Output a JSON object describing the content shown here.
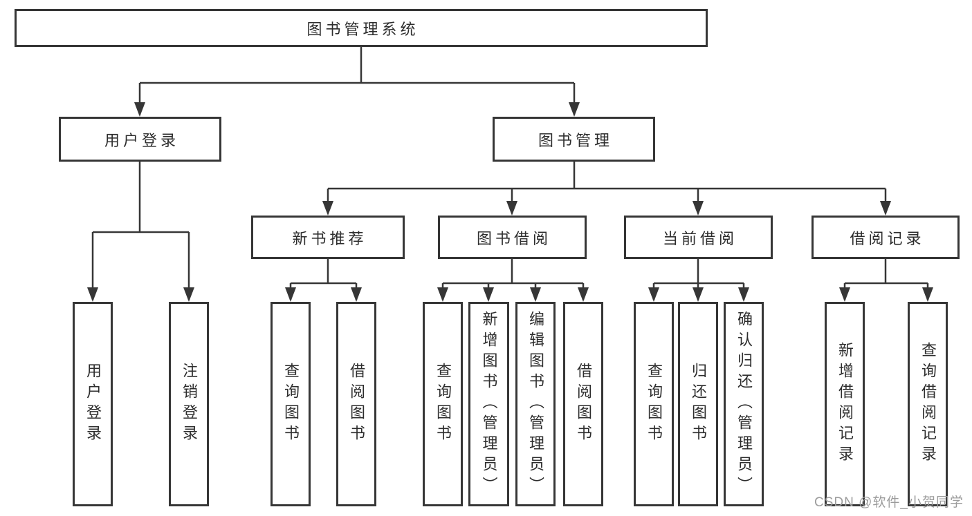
{
  "nodes": {
    "root": "图书管理系统",
    "user_login": "用户登录",
    "book_mgmt": "图书管理",
    "new_book_rec": "新书推荐",
    "book_borrow": "图书借阅",
    "current_borrow": "当前借阅",
    "borrow_records": "借阅记录",
    "leaf_user_login": "用户登录",
    "leaf_logout": "注销登录",
    "nbr_query_books": "查询图书",
    "nbr_borrow_books": "借阅图书",
    "bb_query_books": "查询图书",
    "bb_add_books": "新增图书（管理员）",
    "bb_edit_books": "编辑图书（管理员）",
    "bb_borrow_books": "借阅图书",
    "cb_query_books": "查询图书",
    "cb_return_books": "归还图书",
    "cb_confirm_return": "确认归还（管理员）",
    "br_add_record": "新增借阅记录",
    "br_query_record": "查询借阅记录"
  },
  "watermark": {
    "text": "CSDN @软件_小贺同学"
  },
  "colors": {
    "line": "#363636",
    "box_border": "#363636",
    "text": "#2d2d2d",
    "watermark": "#9c9c9c",
    "background": "#ffffff"
  }
}
